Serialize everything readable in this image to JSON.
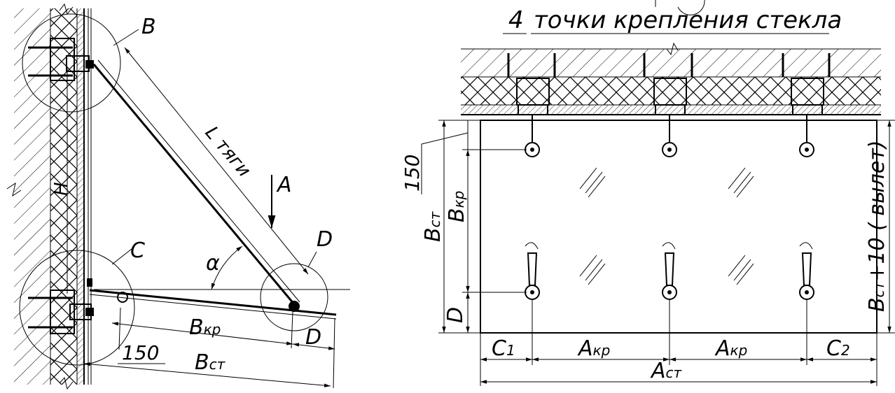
{
  "title": {
    "count": "4",
    "text": "точки крепления стекла"
  },
  "left_view": {
    "label_B": "B",
    "label_L": "L тяги",
    "label_A": "A",
    "label_H": "H",
    "label_C": "C",
    "label_D_circle": "D",
    "label_alpha": "α",
    "dim_Bkr_main": "B",
    "dim_Bkr_sub": "кр",
    "dim_D": "D",
    "dim_150": "150",
    "dim_Bst_main": "B",
    "dim_Bst_sub": "ст"
  },
  "right_view": {
    "dim_150": "150",
    "dim_Bst_main": "B",
    "dim_Bst_sub": "ст",
    "dim_Bkr_main": "B",
    "dim_Bkr_sub": "кр",
    "dim_D": "D",
    "dim_right_main": "B",
    "dim_right_sub": "ст",
    "dim_right_rest": "+10 ( вылет)",
    "dim_C1_main": "C",
    "dim_C1_sub": "1",
    "dim_Akr1_main": "A",
    "dim_Akr1_sub": "кр",
    "dim_Akr2_main": "A",
    "dim_Akr2_sub": "кр",
    "dim_C2_main": "C",
    "dim_C2_sub": "2",
    "dim_Ast_main": "A",
    "dim_Ast_sub": "ст"
  }
}
